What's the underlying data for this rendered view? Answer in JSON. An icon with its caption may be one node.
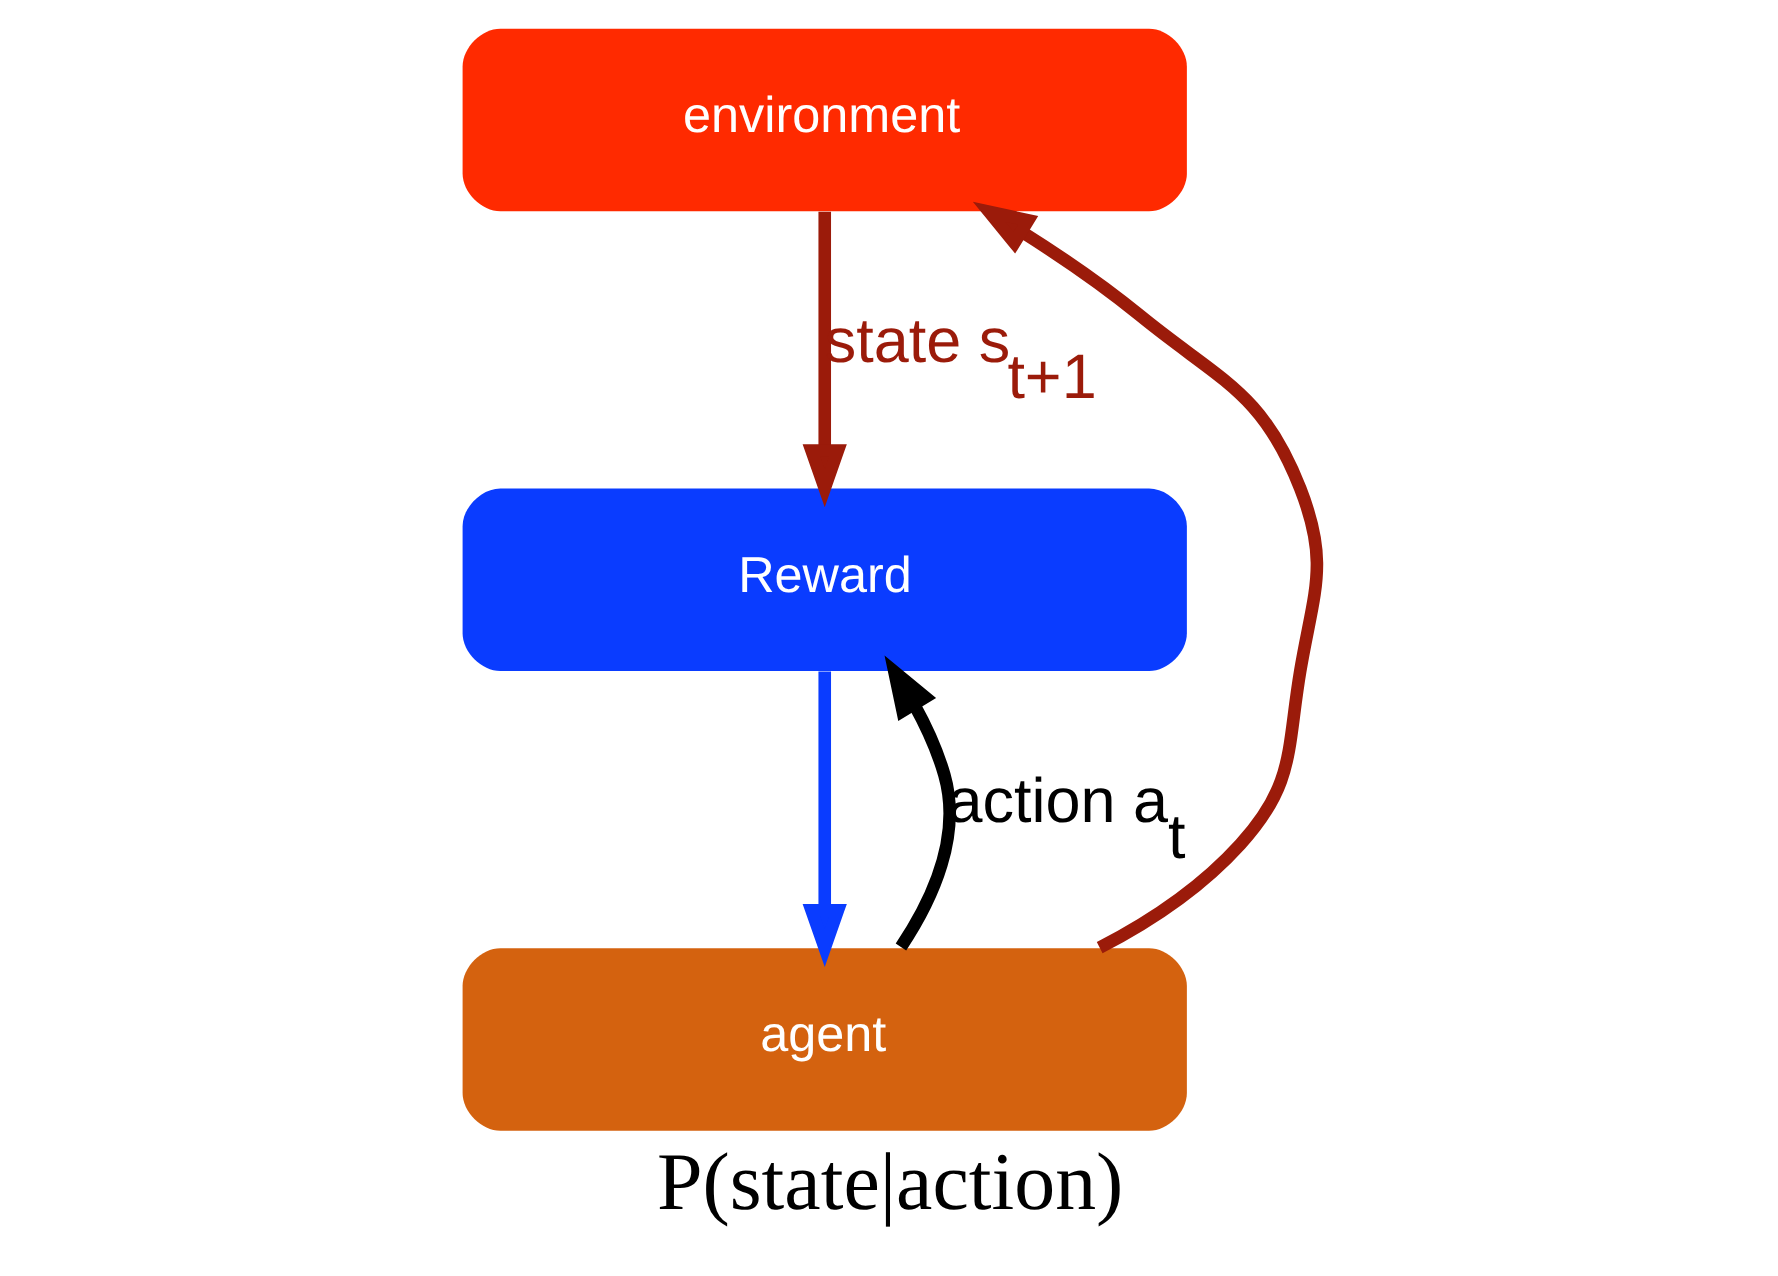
{
  "diagram": {
    "caption": "P(state|action)",
    "nodes": [
      {
        "text": [
          "environment"
        ]
      },
      {
        "text": [
          "Reward"
        ]
      },
      {
        "text": [
          "agent"
        ]
      }
    ],
    "edges": [
      {
        "from": 2,
        "to": 0,
        "arrow": "to",
        "color": "#9b1b0a"
      },
      {
        "from": 2,
        "to": 1,
        "arrow": "to",
        "color": "#000000",
        "label": "action a$_{t}$"
      },
      {
        "from": 0,
        "to": 1,
        "arrow": "to",
        "color": "#9b1b0a",
        "label": "state s$_{t+1}$"
      },
      {
        "from": 1,
        "to": 2,
        "arrow": "to",
        "color": "#0a3cff"
      }
    ]
  }
}
